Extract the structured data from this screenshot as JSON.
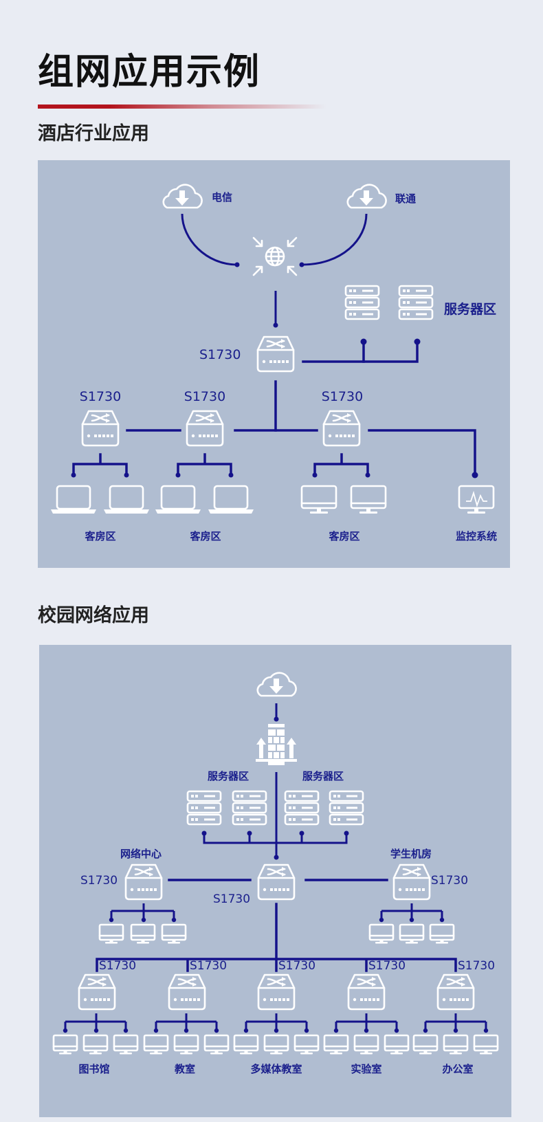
{
  "header": {
    "title": "组网应用示例"
  },
  "hotel": {
    "section_title": "酒店行业应用",
    "isp1": "电信",
    "isp2": "联通",
    "server_zone": "服务器区",
    "core_model": "S1730",
    "sw_models": [
      "S1730",
      "S1730",
      "S1730"
    ],
    "zones": [
      "客房区",
      "客房区",
      "客房区",
      "监控系统"
    ]
  },
  "campus": {
    "section_title": "校园网络应用",
    "server_zones": [
      "服务器区",
      "服务器区"
    ],
    "core_model": "S1730",
    "left_model": "S1730",
    "left_zone": "网络中心",
    "right_model": "S1730",
    "right_zone": "学生机房",
    "bottom_models": [
      "S1730",
      "S1730",
      "S1730",
      "S1730",
      "S1730"
    ],
    "bottom_zones": [
      "图书馆",
      "教室",
      "多媒体教室",
      "实验室",
      "办公室"
    ]
  },
  "colors": {
    "panel": "#b0bdd1",
    "line": "#14128a",
    "label": "#1a1f8c",
    "accent": "#b3141d",
    "background": "#e9ecf3"
  }
}
